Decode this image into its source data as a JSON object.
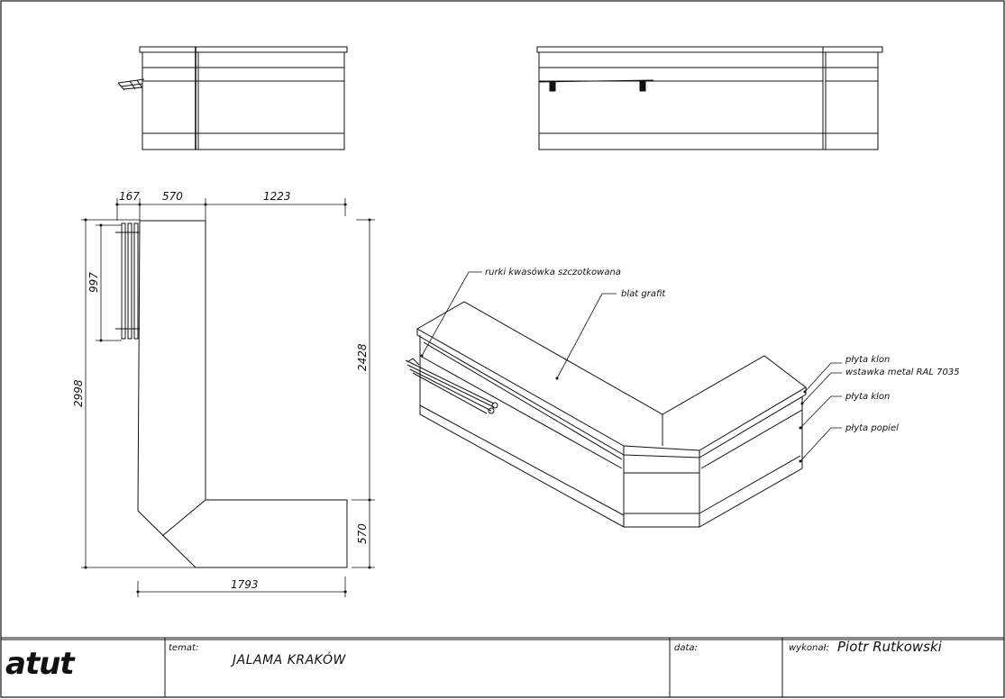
{
  "dimensions": {
    "top_167": "167",
    "top_570": "570",
    "top_1223": "1223",
    "left_997": "997",
    "left_2998": "2998",
    "right_2428": "2428",
    "right_570": "570",
    "bottom_1793": "1793"
  },
  "callouts": {
    "tubes": "rurki kwasówka szczotkowana",
    "top": "blat grafit",
    "plate_maple_1": "płyta klon",
    "insert": "wstawka metal RAL 7035",
    "plate_maple_2": "płyta klon",
    "plate_ash": "płyta popiel"
  },
  "title_block": {
    "logo": "atut",
    "subject_label": "temat:",
    "subject_value": "JALAMA KRAKÓW",
    "date_label": "data:",
    "author_label": "wykonał:",
    "author_value": "Piotr Rutkowski"
  },
  "colors": {
    "line": "#111111",
    "background": "#ffffff"
  }
}
